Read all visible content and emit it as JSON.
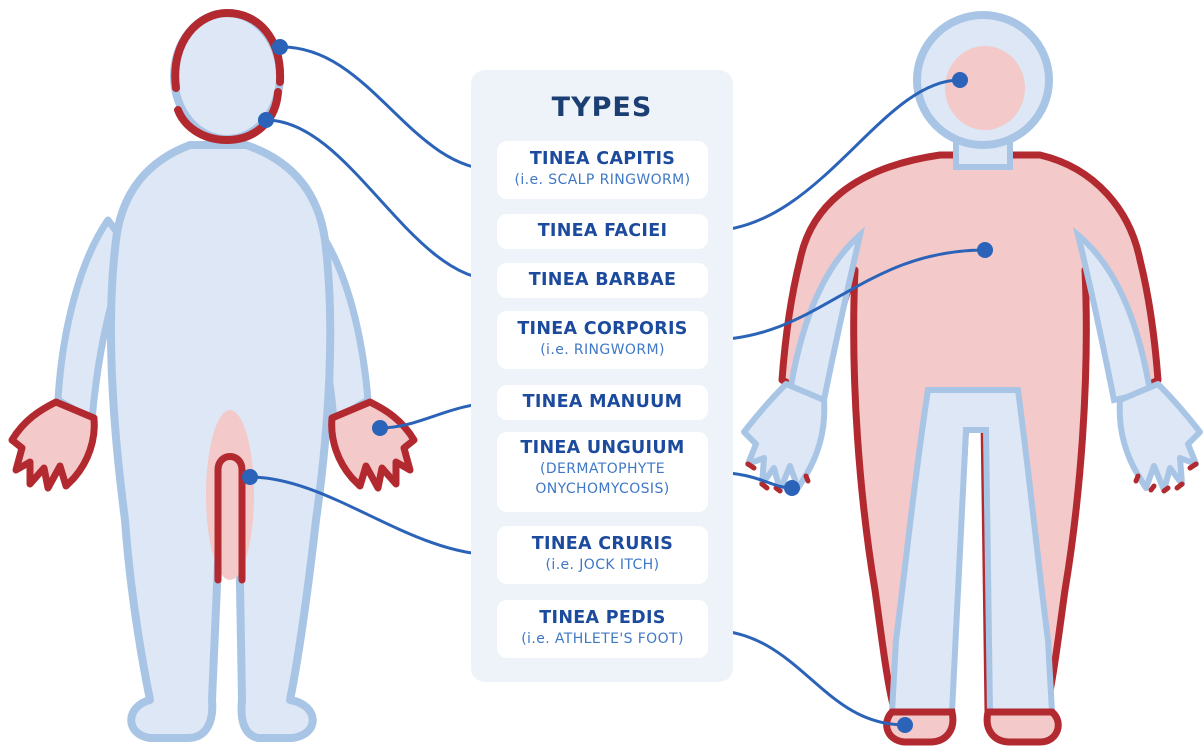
{
  "heading": "TYPES",
  "types": [
    {
      "name": "TINEA CAPITIS",
      "note": "(i.e. SCALP RINGWORM)"
    },
    {
      "name": "TINEA FACIEI"
    },
    {
      "name": "TINEA BARBAE"
    },
    {
      "name": "TINEA CORPORIS",
      "note": "(i.e. RINGWORM)"
    },
    {
      "name": "TINEA MANUUM"
    },
    {
      "name": "TINEA UNGUIUM",
      "note": "(DERMATOPHYTE",
      "note2": "ONYCHOMYCOSIS)"
    },
    {
      "name": "TINEA CRURIS",
      "note": "(i.e. JOCK ITCH)"
    },
    {
      "name": "TINEA PEDIS",
      "note": "(i.e. ATHLETE'S FOOT)"
    }
  ],
  "colors": {
    "body_fill": "#dde7f5",
    "body_outline": "#a9c5e6",
    "affected_fill": "#f3c9ca",
    "affected_outline": "#b22a2f",
    "connector": "#2b63b8",
    "panel": "#eef3fa",
    "heading": "#1c3f73"
  }
}
